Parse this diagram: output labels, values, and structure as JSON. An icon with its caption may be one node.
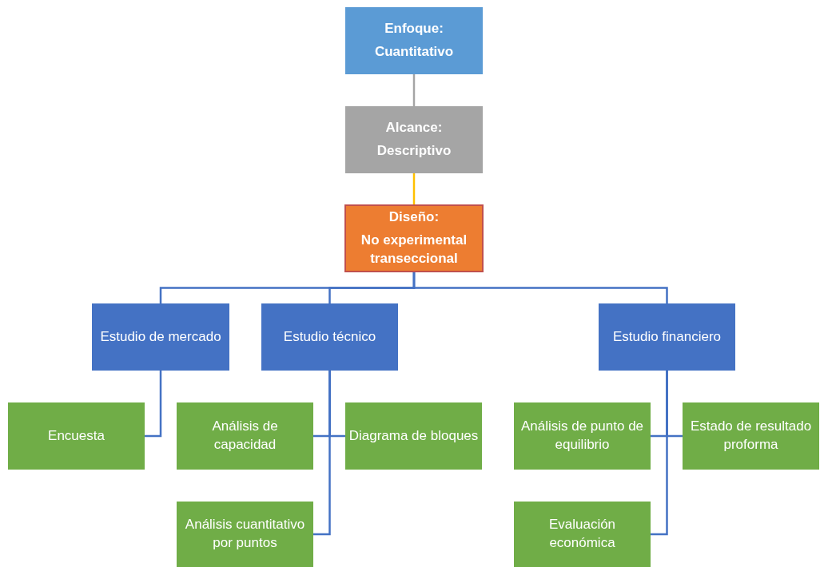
{
  "diagram": {
    "nodes": [
      {
        "text": [
          "Enfoque:",
          "Cuantitativo"
        ]
      },
      {
        "text": [
          "Alcance:",
          "Descriptivo"
        ]
      },
      {
        "text": [
          "Diseño:",
          "No experimental transeccional"
        ]
      },
      {
        "text": [
          "Estudio de mercado"
        ]
      },
      {
        "text": [
          "Estudio técnico"
        ]
      },
      {
        "text": [
          "Estudio financiero"
        ]
      },
      {
        "text": [
          "Encuesta"
        ]
      },
      {
        "text": [
          "Análisis de capacidad"
        ]
      },
      {
        "text": [
          "Diagrama de bloques"
        ]
      },
      {
        "text": [
          "Análisis cuantitativo por puntos"
        ]
      },
      {
        "text": [
          "Análisis de punto de equilibrio"
        ]
      },
      {
        "text": [
          "Estado de resultado proforma"
        ]
      },
      {
        "text": [
          "Evaluación económica"
        ]
      }
    ],
    "edges": [
      {
        "from": 0,
        "to": 1,
        "arrow": "none",
        "color": "#a5a5a5"
      },
      {
        "from": 1,
        "to": 2,
        "arrow": "none",
        "color": "#ffc000"
      },
      {
        "from": 2,
        "to": 3,
        "arrow": "none"
      },
      {
        "from": 2,
        "to": 4,
        "arrow": "none"
      },
      {
        "from": 2,
        "to": 5,
        "arrow": "none"
      },
      {
        "from": 3,
        "to": 6,
        "arrow": "none"
      },
      {
        "from": 4,
        "to": 7,
        "arrow": "none"
      },
      {
        "from": 4,
        "to": 8,
        "arrow": "none"
      },
      {
        "from": 4,
        "to": 9,
        "arrow": "none"
      },
      {
        "from": 5,
        "to": 10,
        "arrow": "none"
      },
      {
        "from": 5,
        "to": 11,
        "arrow": "none"
      },
      {
        "from": 5,
        "to": 12,
        "arrow": "none"
      }
    ]
  }
}
